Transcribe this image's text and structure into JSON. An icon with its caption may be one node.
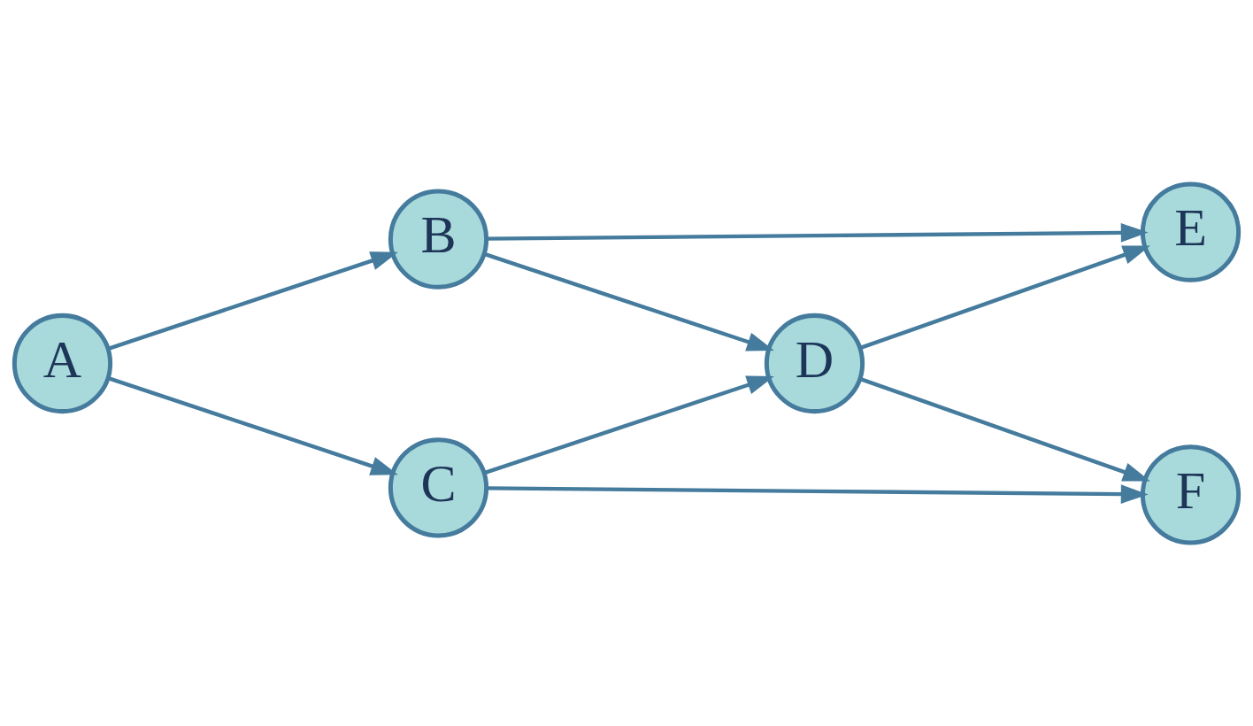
{
  "diagram": {
    "nodes": [
      {
        "text": [
          "A"
        ]
      },
      {
        "text": [
          "B"
        ]
      },
      {
        "text": [
          "C"
        ]
      },
      {
        "text": [
          "D"
        ]
      },
      {
        "text": [
          "E"
        ]
      },
      {
        "text": [
          "F"
        ]
      }
    ],
    "edges": [
      {
        "from": 0,
        "to": 1,
        "arrow": "to"
      },
      {
        "from": 0,
        "to": 2,
        "arrow": "to"
      },
      {
        "from": 1,
        "to": 4,
        "arrow": "to"
      },
      {
        "from": 1,
        "to": 3,
        "arrow": "to"
      },
      {
        "from": 2,
        "to": 3,
        "arrow": "to"
      },
      {
        "from": 2,
        "to": 5,
        "arrow": "to"
      },
      {
        "from": 3,
        "to": 4,
        "arrow": "to"
      },
      {
        "from": 3,
        "to": 5,
        "arrow": "to"
      }
    ]
  }
}
